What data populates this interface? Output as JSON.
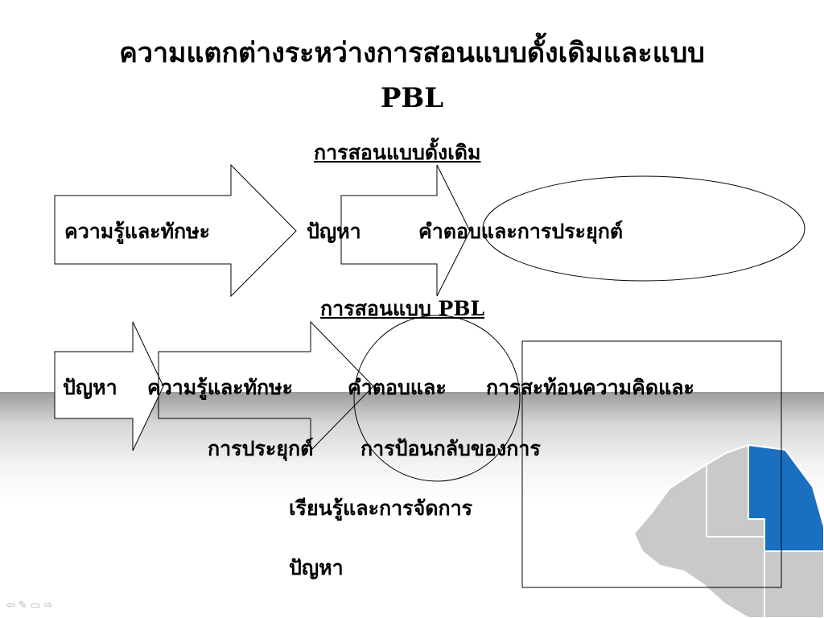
{
  "slide": {
    "title_line1": "ความแตกต่างระหว่างการสอนแบบดั้งเดิมและแบบ",
    "title_line2": "PBL"
  },
  "traditional": {
    "heading": "การสอนแบบดั้งเดิม",
    "step1": "ความรู้และทักษะ",
    "step2": "ปัญหา",
    "step3": "คำตอบและการประยุกต์"
  },
  "pbl": {
    "heading": "การสอนแบบ PBL",
    "step1": "ปัญหา",
    "step2": "ความรู้และทักษะ",
    "step3_line1": "คำตอบและ",
    "step3_line2": "การประยุกต์",
    "step4_line1": "การสะท้อนความคิดและ",
    "step4_line2": "การป้อนกลับของการ",
    "step4_line3": "เรียนรู้และการจัดการ",
    "step4_line4": "ปัญหา"
  },
  "icons": {
    "background": "australia-map-icon",
    "nav": [
      "prev-arrow-icon",
      "pen-icon",
      "menu-icon",
      "next-arrow-icon"
    ]
  },
  "colors": {
    "highlight": "#1a6fc0",
    "map_gray": "#c9c9c9"
  }
}
